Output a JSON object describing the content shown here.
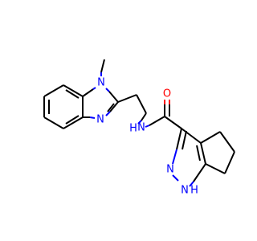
{
  "molecule": {
    "colors": {
      "carbon_bond": "#000000",
      "nitrogen": "#0000ff",
      "oxygen": "#ff0000",
      "background": "#ffffff"
    },
    "atom_labels": {
      "n_methyl": "N",
      "n_imidazole": "N",
      "n_amide": "N",
      "h_amide": "H",
      "oxygen": "O",
      "n_pyrazole_2": "N",
      "n_pyrazole_1": "N",
      "h_pyrazole": "H"
    }
  }
}
